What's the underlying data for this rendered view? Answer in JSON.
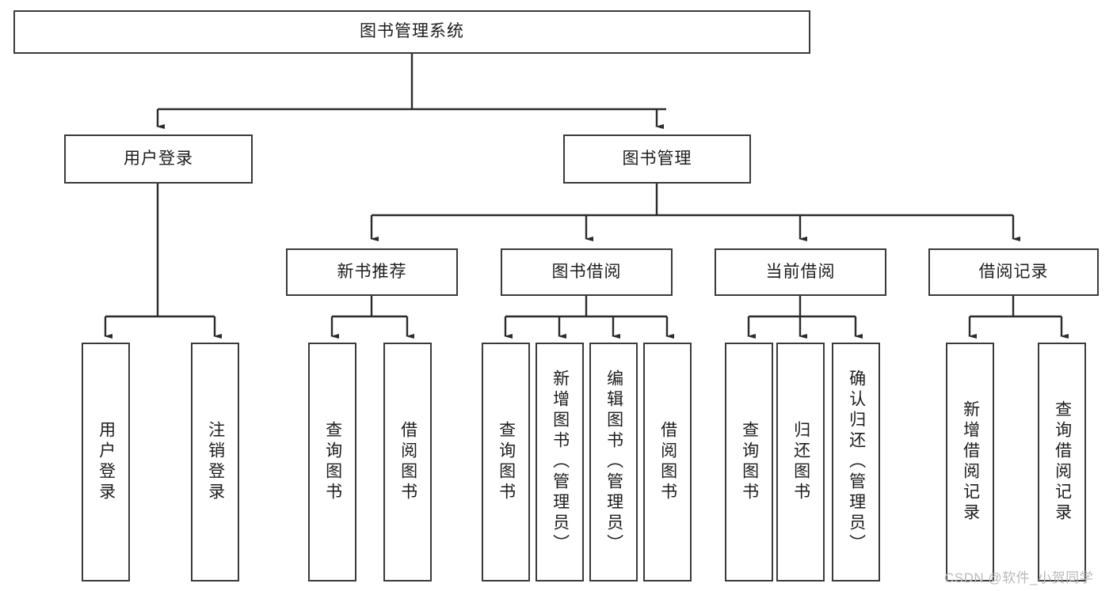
{
  "diagram": {
    "type": "hierarchy-tree",
    "title": "图书管理系统",
    "root": {
      "label": "图书管理系统"
    },
    "level2": [
      {
        "label": "用户登录"
      },
      {
        "label": "图书管理"
      }
    ],
    "level3": [
      {
        "label": "新书推荐"
      },
      {
        "label": "图书借阅"
      },
      {
        "label": "当前借阅"
      },
      {
        "label": "借阅记录"
      }
    ],
    "leaves": {
      "user_login": [
        {
          "label": "用户登录"
        },
        {
          "label": "注销登录"
        }
      ],
      "new_book_recommend": [
        {
          "label": "查询图书"
        },
        {
          "label": "借阅图书"
        }
      ],
      "book_borrow": [
        {
          "label": "查询图书"
        },
        {
          "label": "新增图书（管理员）"
        },
        {
          "label": "编辑图书（管理员）"
        },
        {
          "label": "借阅图书"
        }
      ],
      "current_borrow": [
        {
          "label": "查询图书"
        },
        {
          "label": "归还图书"
        },
        {
          "label": "确认归还（管理员）"
        }
      ],
      "borrow_record": [
        {
          "label": "新增借阅记录"
        },
        {
          "label": "查询借阅记录"
        }
      ]
    }
  },
  "watermark": {
    "text": "CSDN @软件_小贺同学"
  },
  "colors": {
    "box_border": "#3a3a3a",
    "box_fill": "#ffffff",
    "line": "#2b2b2b",
    "text": "#1c1c1c",
    "watermark": "#b9b9b9"
  }
}
